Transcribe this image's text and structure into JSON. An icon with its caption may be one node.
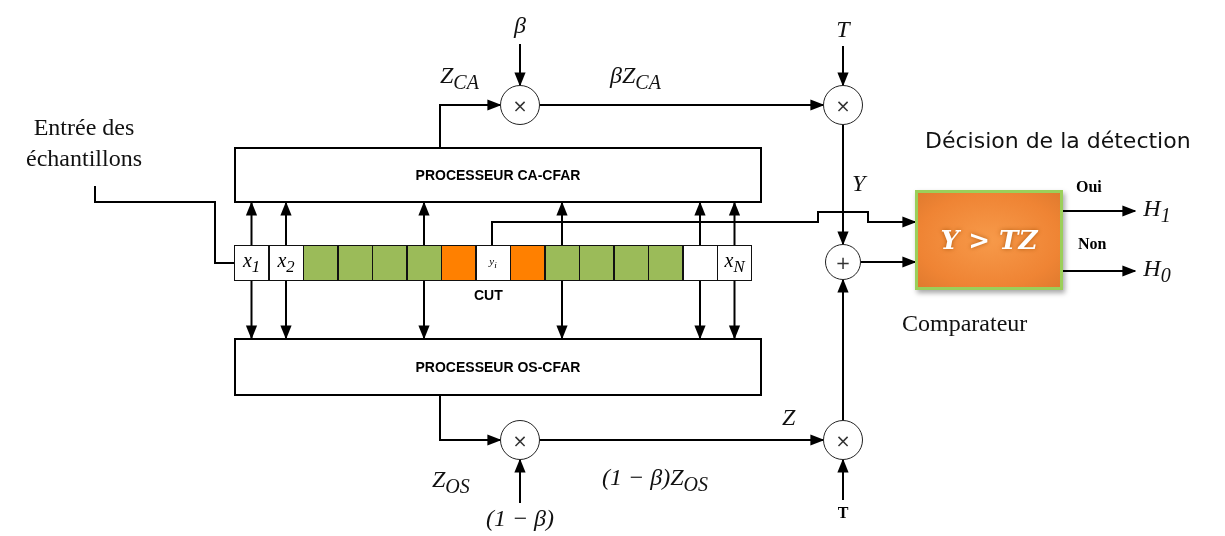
{
  "diagram": {
    "nodes": [
      {
        "text": [
          "β"
        ]
      },
      {
        "text": [
          "T"
        ]
      },
      {
        "text": [
          "×"
        ]
      },
      {
        "text": [
          "×"
        ]
      },
      {
        "text": [
          "Entrée des échantillons"
        ]
      },
      {
        "text": [
          "PROCESSEUR CA-CFAR"
        ]
      },
      {
        "text": [
          "Y > TZ"
        ],
        "beside": [
          "Décision de la détection",
          "Comparateur"
        ]
      },
      {
        "text": [
          "H$_{1}$"
        ]
      },
      {
        "text": [
          "x$_{1}$"
        ]
      },
      {
        "text": [
          "x$_{2}$"
        ]
      },
      {
        "text": [],
        "shape": "box"
      },
      {
        "text": [],
        "shape": "box"
      },
      {
        "text": [],
        "shape": "box"
      },
      {
        "text": [],
        "shape": "box"
      },
      {
        "text": [],
        "shape": "box"
      },
      {
        "text": [
          "y$_{i}$"
        ]
      },
      {
        "text": [],
        "shape": "box"
      },
      {
        "text": [],
        "shape": "box"
      },
      {
        "text": [],
        "shape": "box"
      },
      {
        "text": [],
        "shape": "box"
      },
      {
        "text": [],
        "shape": "box"
      },
      {
        "text": [],
        "shape": "box"
      },
      {
        "text": [
          "x$_{N}$"
        ]
      },
      {
        "text": [
          "+"
        ]
      },
      {
        "text": [
          "H$_{0}$"
        ]
      },
      {
        "text": [
          "PROCESSEUR OS-CFAR"
        ]
      },
      {
        "text": [
          "×"
        ]
      },
      {
        "text": [
          "×"
        ]
      },
      {
        "text": [
          "(1 − β)"
        ]
      },
      {
        "text": [
          "T"
        ]
      }
    ],
    "edges": [
      {
        "from": 4,
        "to": 8,
        "arrow": "none"
      },
      {
        "from": 8,
        "to": 5,
        "arrow": "to"
      },
      {
        "from": 9,
        "to": 5,
        "arrow": "to"
      },
      {
        "from": 13,
        "to": 5,
        "arrow": "to"
      },
      {
        "from": 17,
        "to": 5,
        "arrow": "to"
      },
      {
        "from": 21,
        "to": 5,
        "arrow": "to"
      },
      {
        "from": 22,
        "to": 5,
        "arrow": "to"
      },
      {
        "from": 8,
        "to": 25,
        "arrow": "to"
      },
      {
        "from": 9,
        "to": 25,
        "arrow": "to"
      },
      {
        "from": 13,
        "to": 25,
        "arrow": "to"
      },
      {
        "from": 17,
        "to": 25,
        "arrow": "to"
      },
      {
        "from": 21,
        "to": 25,
        "arrow": "to"
      },
      {
        "from": 22,
        "to": 25,
        "arrow": "to"
      },
      {
        "from": 5,
        "to": 2,
        "arrow": "to",
        "label": "Z$_{CA}$"
      },
      {
        "from": 0,
        "to": 2,
        "arrow": "to"
      },
      {
        "from": 2,
        "to": 3,
        "arrow": "to",
        "label": "βZ$_{CA}$"
      },
      {
        "from": 1,
        "to": 3,
        "arrow": "to"
      },
      {
        "from": 3,
        "to": 23,
        "arrow": "to",
        "label": "Y"
      },
      {
        "from": 15,
        "to": 6,
        "arrow": "to"
      },
      {
        "from": 23,
        "to": 6,
        "arrow": "to"
      },
      {
        "from": 6,
        "to": 7,
        "arrow": "to",
        "label": "Oui"
      },
      {
        "from": 6,
        "to": 24,
        "arrow": "to",
        "label": "Non"
      },
      {
        "from": 25,
        "to": 26,
        "arrow": "to",
        "label": "Z$_{OS}$"
      },
      {
        "from": 28,
        "to": 26,
        "arrow": "to"
      },
      {
        "from": 26,
        "to": 27,
        "arrow": "to",
        "label": "(1 − β)Z$_{OS}$"
      },
      {
        "from": 29,
        "to": 27,
        "arrow": "to"
      },
      {
        "from": 27,
        "to": 23,
        "arrow": "to"
      }
    ],
    "labels": [
      "CUT",
      "Z"
    ]
  }
}
